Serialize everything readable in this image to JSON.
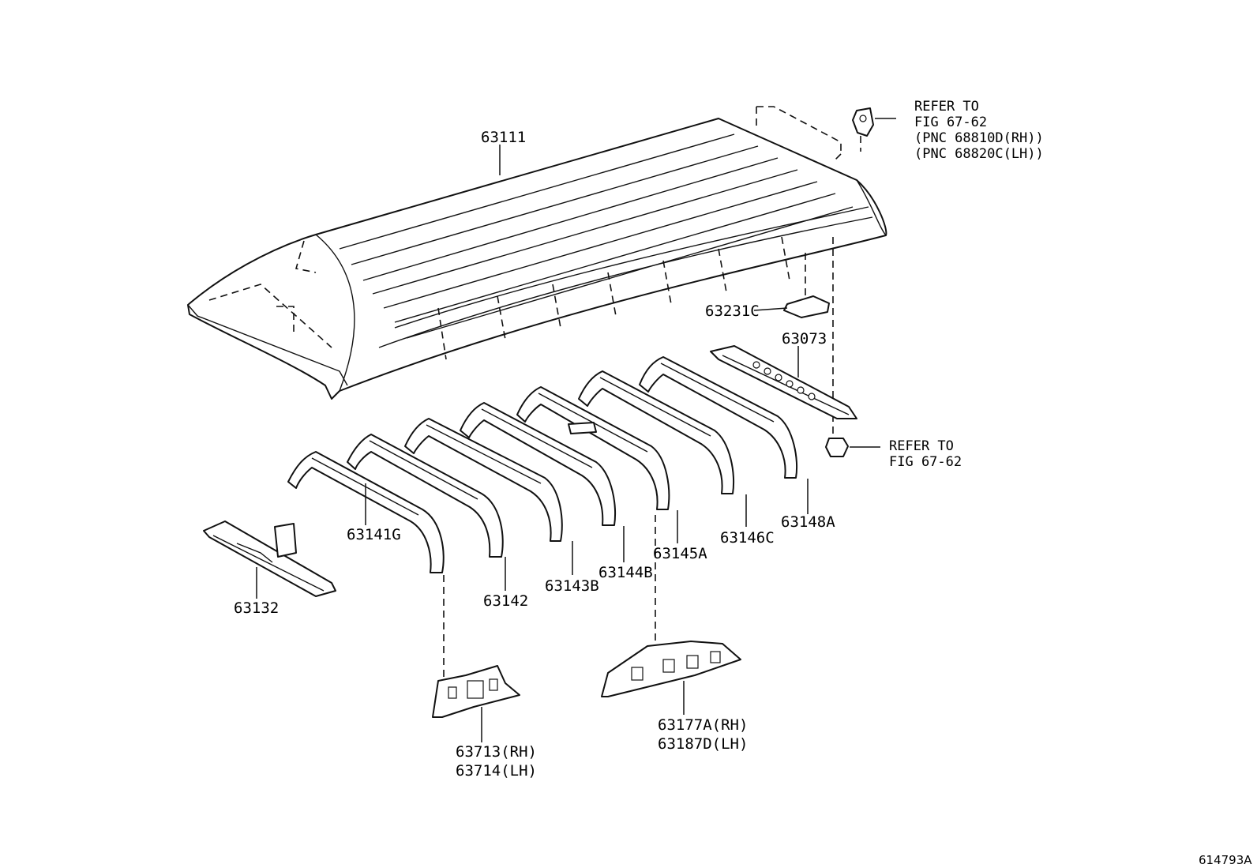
{
  "figure_id": "614793A",
  "labels": {
    "p63111": "63111",
    "p63231c": "63231C",
    "p63073": "63073",
    "p63141g": "63141G",
    "p63142": "63142",
    "p63143b": "63143B",
    "p63144b": "63144B",
    "p63145a": "63145A",
    "p63146c": "63146C",
    "p63148a": "63148A",
    "p63132": "63132",
    "p63713": "63713(RH)",
    "p63714": "63714(LH)",
    "p63177a": "63177A(RH)",
    "p63187d": "63187D(LH)"
  },
  "refs": {
    "top": [
      "REFER TO",
      "FIG 67-62",
      "(PNC 68810D(RH))",
      "(PNC 68820C(LH))"
    ],
    "clip": [
      "REFER TO",
      "FIG 67-62"
    ]
  }
}
